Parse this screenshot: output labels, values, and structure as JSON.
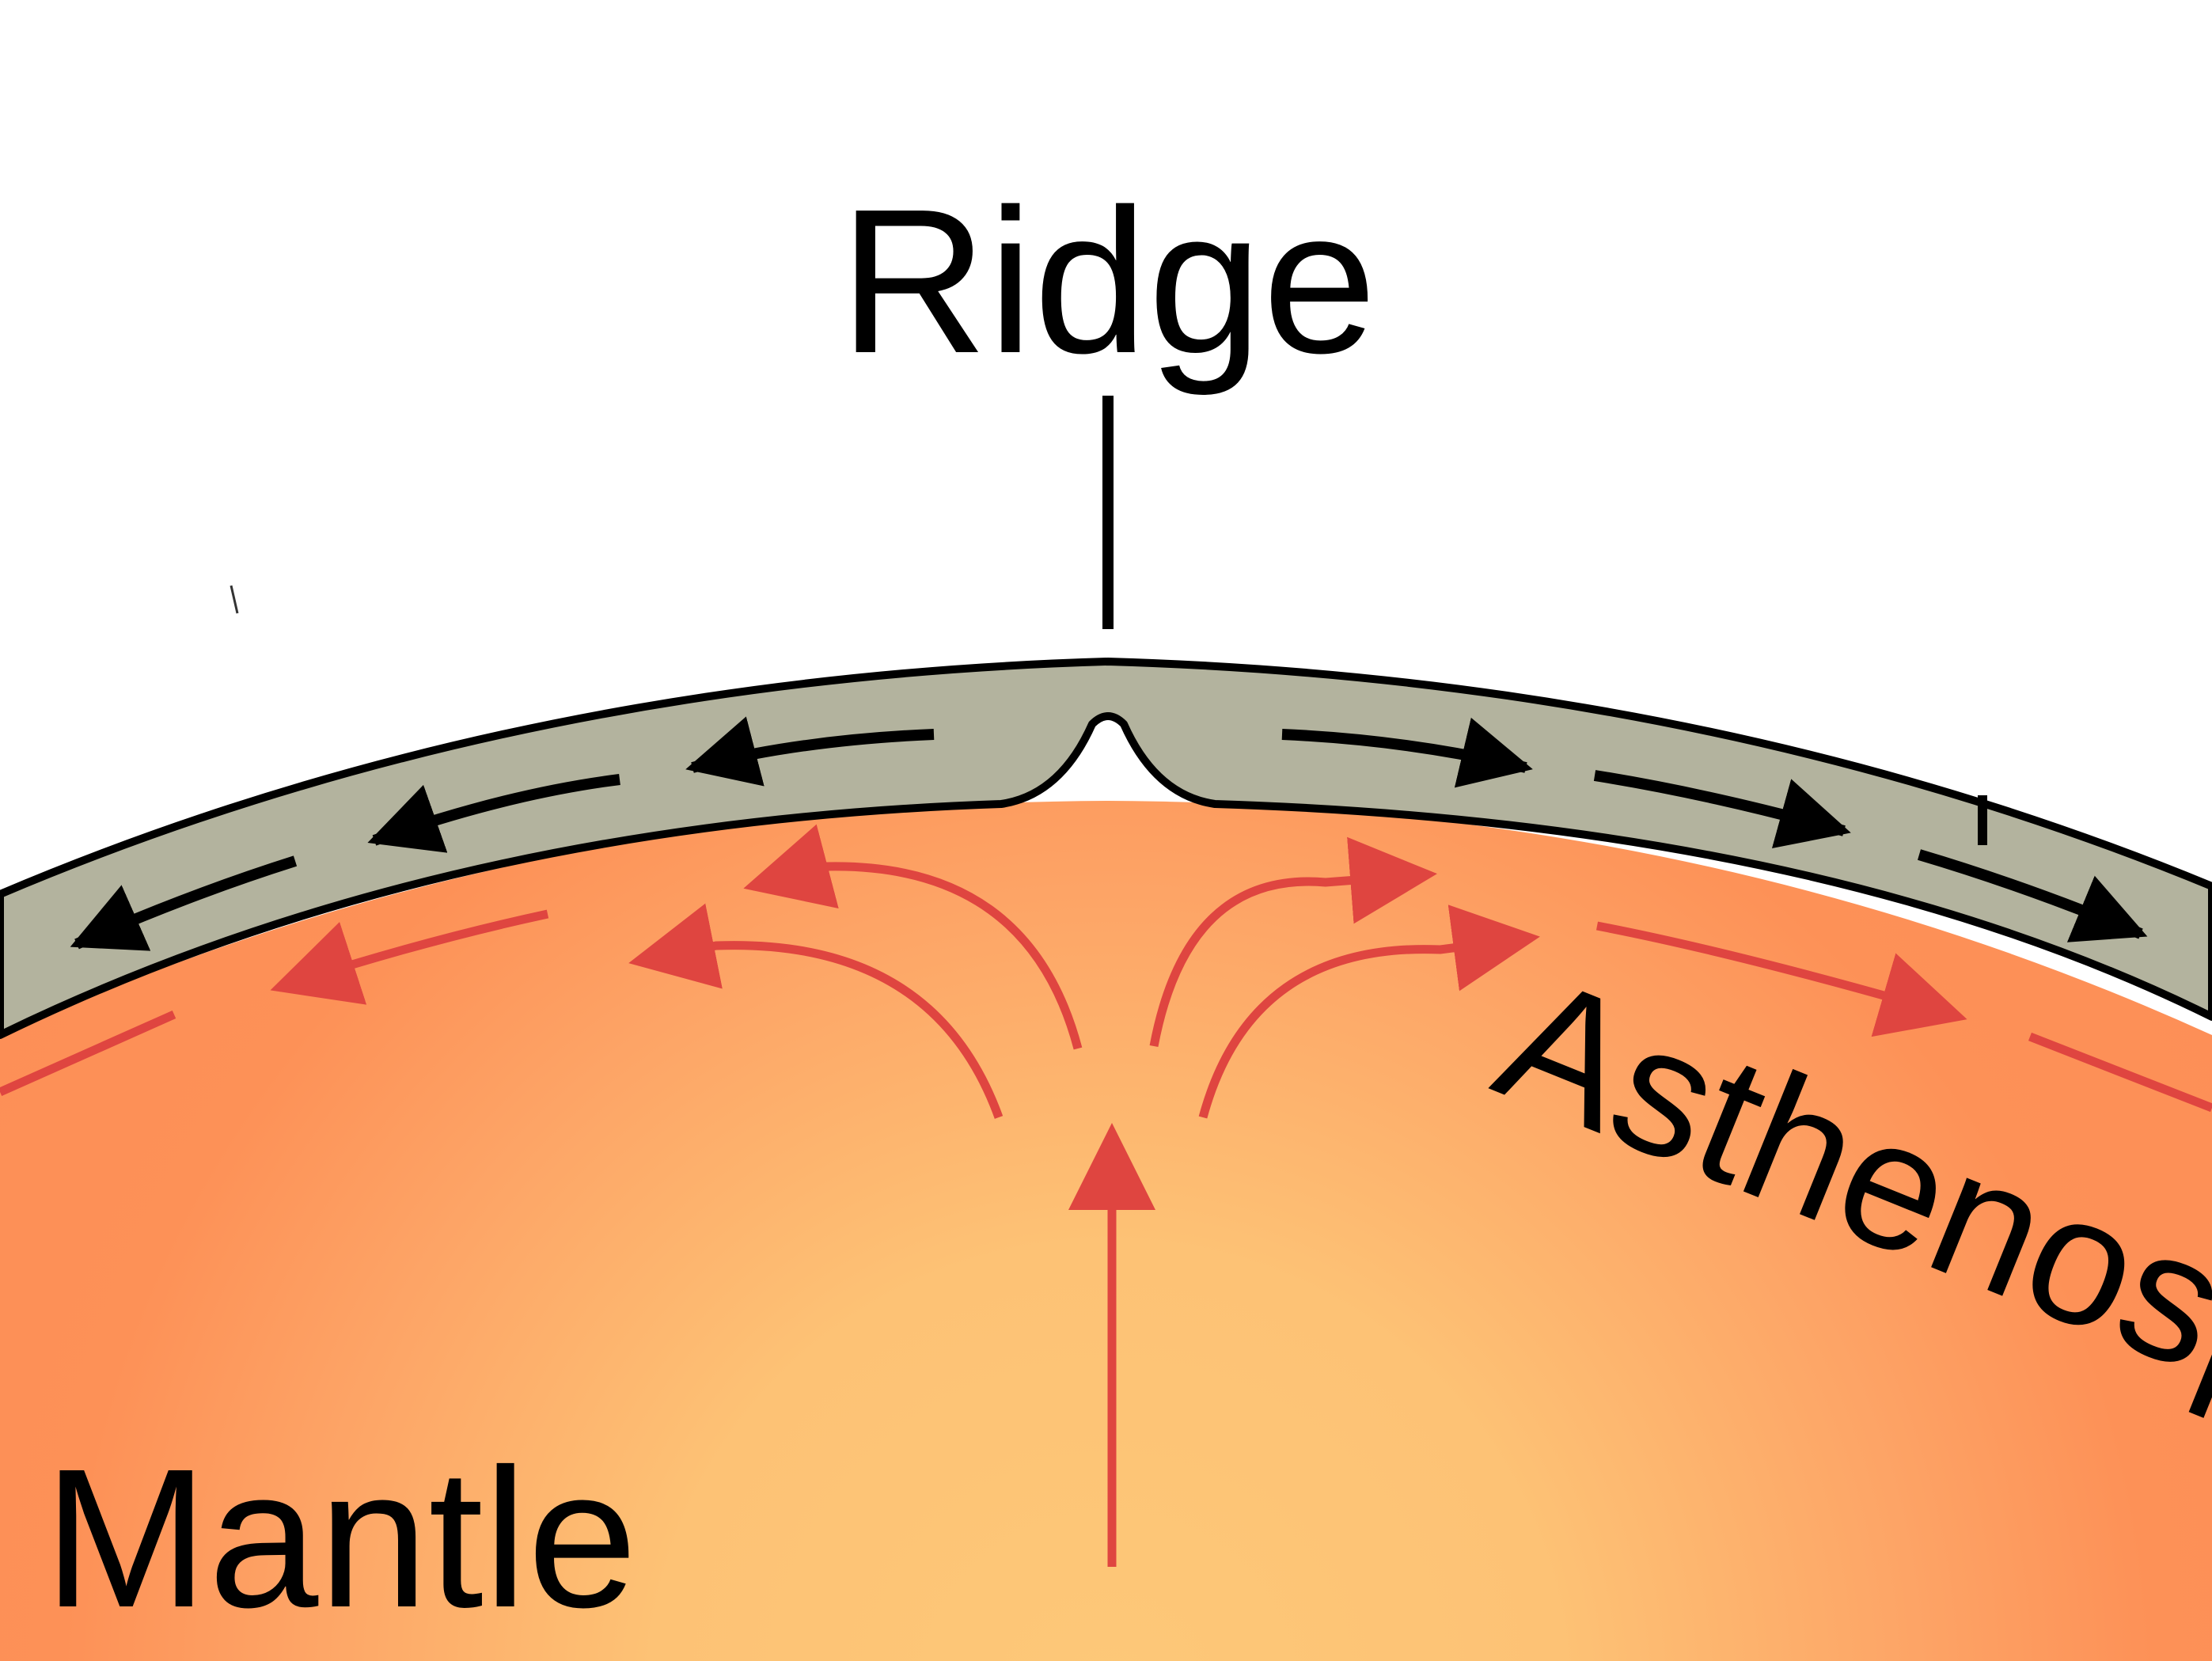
{
  "labels": {
    "ridge": "Ridge",
    "asthenosphere": "Asthenosphere",
    "mantle": "Mantle"
  },
  "colors": {
    "crust": "#b3b39e",
    "outline": "#000000",
    "flow_arrow": "#df4540",
    "mantle_hot": "#fdc878",
    "mantle_outer": "#fd9157"
  }
}
